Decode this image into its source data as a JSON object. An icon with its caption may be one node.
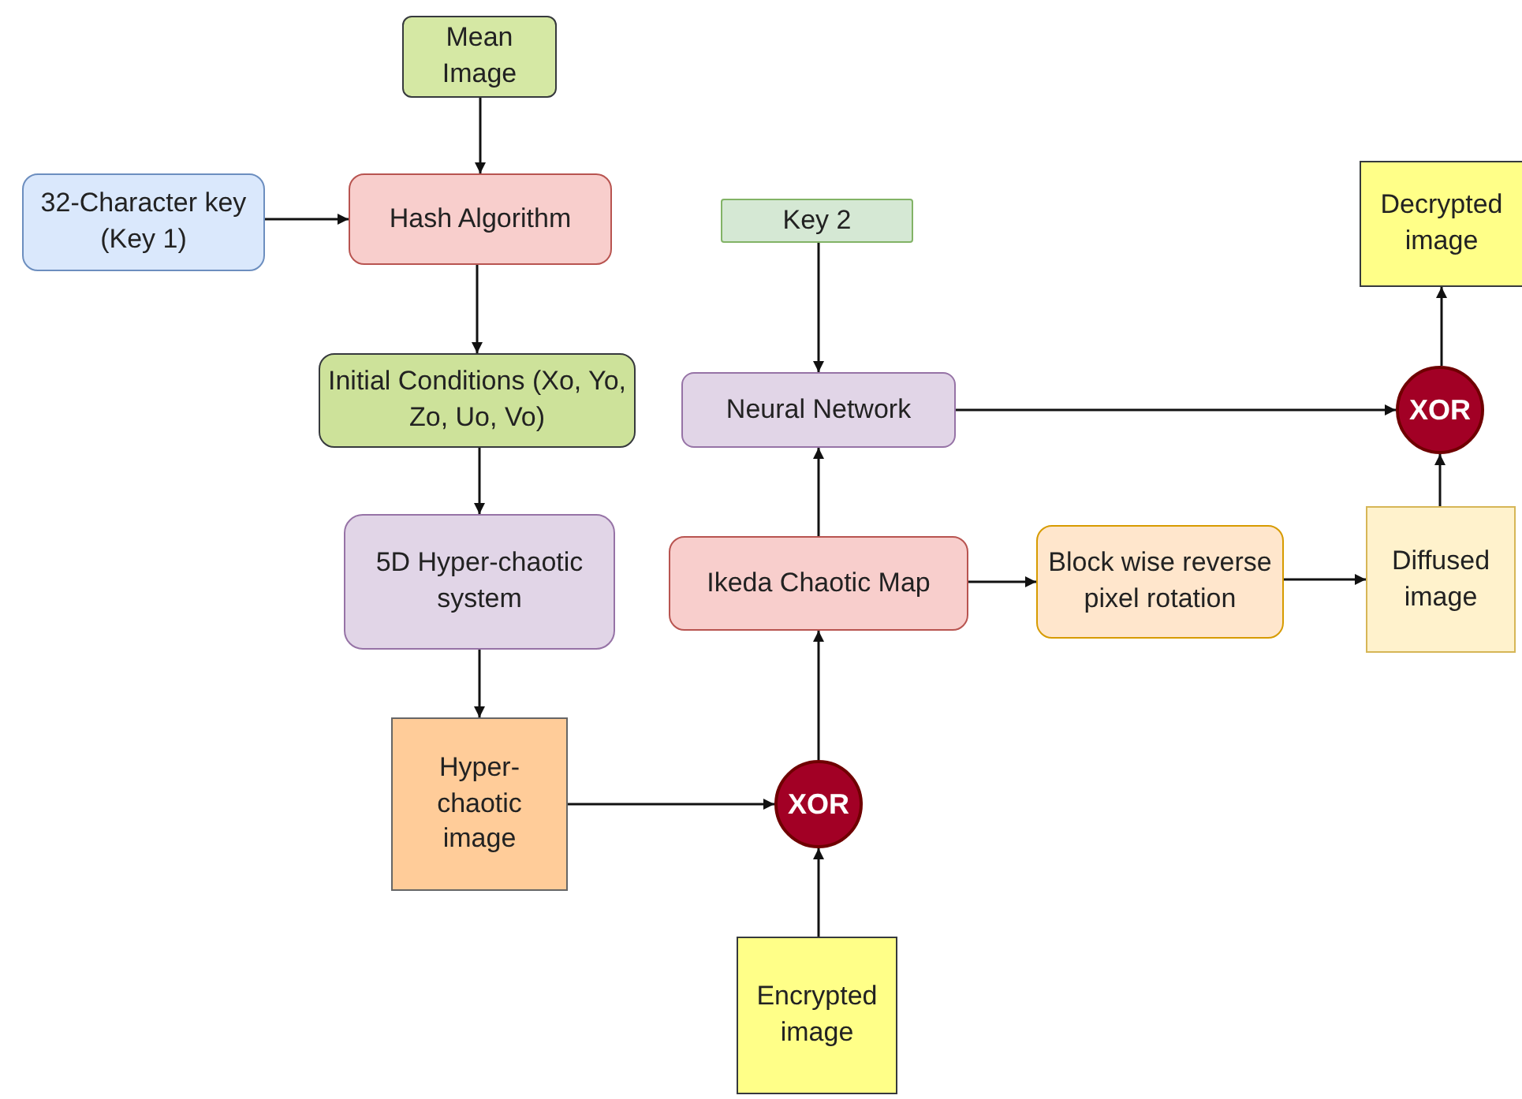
{
  "diagram": {
    "nodes": [
      {
        "text": [
          "Mean Image"
        ]
      },
      {
        "text": [
          "32-Character key (Key 1)"
        ]
      },
      {
        "text": [
          "Hash Algorithm"
        ]
      },
      {
        "text": [
          "Initial Conditions (Xo, Yo, Zo, Uo, Vo)"
        ]
      },
      {
        "text": [
          "5D Hyper-chaotic system"
        ]
      },
      {
        "text": [
          "Hyper-chaotic image"
        ]
      },
      {
        "text": [
          "XOR"
        ]
      },
      {
        "text": [
          "Encrypted image"
        ]
      },
      {
        "text": [
          "Key 2"
        ]
      },
      {
        "text": [
          "Neural Network"
        ]
      },
      {
        "text": [
          "Ikeda Chaotic Map"
        ]
      },
      {
        "text": [
          "Block wise reverse pixel rotation"
        ]
      },
      {
        "text": [
          "Diffused image"
        ]
      },
      {
        "text": [
          "XOR"
        ]
      },
      {
        "text": [
          "Decrypted image"
        ]
      }
    ],
    "edges": [
      {
        "from": 0,
        "to": 2,
        "arrow": "to"
      },
      {
        "from": 1,
        "to": 2,
        "arrow": "to"
      },
      {
        "from": 2,
        "to": 3,
        "arrow": "to"
      },
      {
        "from": 3,
        "to": 4,
        "arrow": "to"
      },
      {
        "from": 4,
        "to": 5,
        "arrow": "to"
      },
      {
        "from": 5,
        "to": 6,
        "arrow": "to"
      },
      {
        "from": 7,
        "to": 6,
        "arrow": "to"
      },
      {
        "from": 6,
        "to": 10,
        "arrow": "to"
      },
      {
        "from": 10,
        "to": 9,
        "arrow": "to"
      },
      {
        "from": 8,
        "to": 9,
        "arrow": "to"
      },
      {
        "from": 9,
        "to": 13,
        "arrow": "to"
      },
      {
        "from": 10,
        "to": 11,
        "arrow": "to"
      },
      {
        "from": 11,
        "to": 12,
        "arrow": "to"
      },
      {
        "from": 12,
        "to": 13,
        "arrow": "to"
      },
      {
        "from": 13,
        "to": 14,
        "arrow": "to"
      }
    ]
  }
}
